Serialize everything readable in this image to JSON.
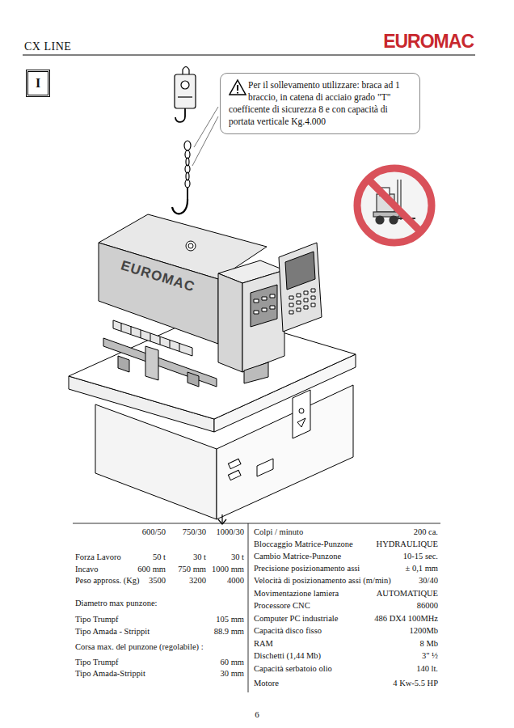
{
  "diagram": {
    "title": "CX LINE",
    "nodes": [
      {
        "text": [
          "I"
        ]
      },
      {
        "text": [
          "Per il sollevamento utilizzare: braca ad 1 braccio, in catena di acciaio grado \"T\" coefficente di sicurezza 8 e con capacità di portata verticale Kg.4.000"
        ]
      }
    ],
    "labels": [
      "EUROMAC",
      "EUROMAC",
      "600/50",
      "750/30",
      "1000/30",
      "Forza Lavoro",
      "50 t",
      "30 t",
      "30 t",
      "Incavo",
      "600 mm",
      "750 mm",
      "1000 mm",
      "Peso appross. (Kg)",
      "3500",
      "3200",
      "4000",
      "Diametro max punzone:",
      "Tipo Trumpf",
      "105 mm",
      "Tipo Amada - Strippit",
      "88.9 mm",
      "Corsa max. del punzone (regolabile) :",
      "Tipo Trumpf",
      "60 mm",
      "Tipo Amada-Strippit",
      "30 mm",
      "Colpi / minuto",
      "200 ca.",
      "Bloccaggio Matrice-Punzone",
      "HYDRAULIQUE",
      "Cambio Matrice-Punzone",
      "10-15 sec.",
      "Precisione posizionamento assi",
      "± 0,1 mm",
      "Velocità di posizionamento assi (m/min)",
      "30/40",
      "Movimentazione lamiera",
      "AUTOMATIQUE",
      "Processore CNC",
      "86000",
      "Computer PC industriale",
      "486 DX4 100MHz",
      "Capacità disco fisso",
      "1200Mb",
      "RAM",
      "8 Mb",
      "Dischetti (1,44 Mb)",
      "3\" ½",
      "Capacità serbatoio olio",
      "140 lt.",
      "Motore",
      "4 Kw-5.5 HP",
      "6"
    ]
  }
}
